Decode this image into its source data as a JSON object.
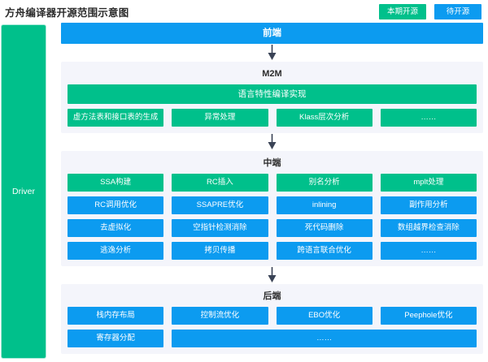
{
  "header": {
    "title": "方舟编译器开源范围示意图",
    "legend": [
      {
        "label": "本期开源",
        "color": "#00c08b",
        "state": "open-sourced-this-release"
      },
      {
        "label": "待开源",
        "color": "#0c9bf0",
        "state": "to-be-open-sourced"
      }
    ]
  },
  "driver": {
    "label": "Driver",
    "color": "#00c08b"
  },
  "pipeline": {
    "frontend": {
      "title": "前端",
      "color": "#0c9bf0"
    },
    "m2m": {
      "title": "M2M",
      "highlight": {
        "label": "语言特性编译实现",
        "color": "#00c08b"
      },
      "items": [
        {
          "label": "虚方法表和接口表的生成",
          "color": "#00c08b"
        },
        {
          "label": "异常处理",
          "color": "#00c08b"
        },
        {
          "label": "Klass层次分析",
          "color": "#00c08b"
        },
        {
          "label": "……",
          "color": "#00c08b"
        }
      ]
    },
    "midend": {
      "title": "中端",
      "items": [
        {
          "label": "SSA构建",
          "color": "#00c08b"
        },
        {
          "label": "RC插入",
          "color": "#00c08b"
        },
        {
          "label": "别名分析",
          "color": "#00c08b"
        },
        {
          "label": "mplt处理",
          "color": "#00c08b"
        },
        {
          "label": "RC调用优化",
          "color": "#0c9bf0"
        },
        {
          "label": "SSAPRE优化",
          "color": "#0c9bf0"
        },
        {
          "label": "inlining",
          "color": "#0c9bf0"
        },
        {
          "label": "副作用分析",
          "color": "#0c9bf0"
        },
        {
          "label": "去虚拟化",
          "color": "#0c9bf0"
        },
        {
          "label": "空指针检测消除",
          "color": "#0c9bf0"
        },
        {
          "label": "死代码删除",
          "color": "#0c9bf0"
        },
        {
          "label": "数组越界检查消除",
          "color": "#0c9bf0"
        },
        {
          "label": "逃逸分析",
          "color": "#0c9bf0"
        },
        {
          "label": "拷贝传播",
          "color": "#0c9bf0"
        },
        {
          "label": "跨语言联合优化",
          "color": "#0c9bf0"
        },
        {
          "label": "……",
          "color": "#0c9bf0"
        }
      ]
    },
    "backend": {
      "title": "后端",
      "items": [
        {
          "label": "栈内存布局",
          "color": "#0c9bf0",
          "span": 1
        },
        {
          "label": "控制流优化",
          "color": "#0c9bf0",
          "span": 1
        },
        {
          "label": "EBO优化",
          "color": "#0c9bf0",
          "span": 1
        },
        {
          "label": "Peephole优化",
          "color": "#0c9bf0",
          "span": 1
        },
        {
          "label": "寄存器分配",
          "color": "#0c9bf0",
          "span": 1
        },
        {
          "label": "……",
          "color": "#0c9bf0",
          "span": 3
        }
      ]
    }
  },
  "colors": {
    "green": "#00c08b",
    "blue": "#0c9bf0",
    "section_bg": "#f4f5fb",
    "page_bg": "#ffffff",
    "arrow": "#3a4356"
  }
}
